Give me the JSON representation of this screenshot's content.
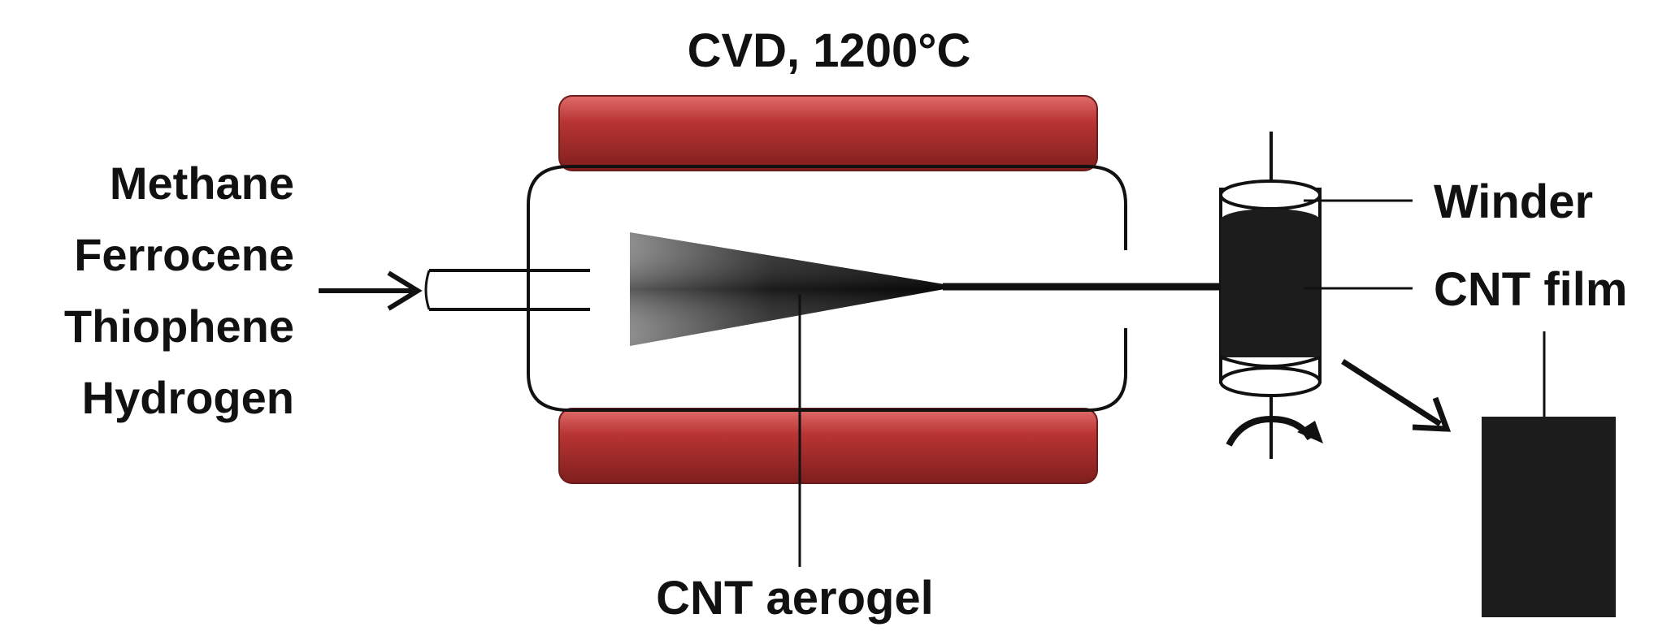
{
  "title": "CVD, 1200°C",
  "inputs": [
    "Methane",
    "Ferrocene",
    "Thiophene",
    "Hydrogen"
  ],
  "labels": {
    "aerogel": "CNT aerogel",
    "winder": "Winder",
    "film": "CNT film"
  },
  "colors": {
    "heater": "#b0302f",
    "heater_highlight": "#e06d6b",
    "heater_shadow": "#7e1f1e",
    "ink": "#111111",
    "film": "#1c1c1c"
  },
  "icons": {
    "inlet_arrow": "arrow-right-icon",
    "rotation": "rotation-arrow-icon",
    "transfer": "arrow-down-right-icon"
  }
}
